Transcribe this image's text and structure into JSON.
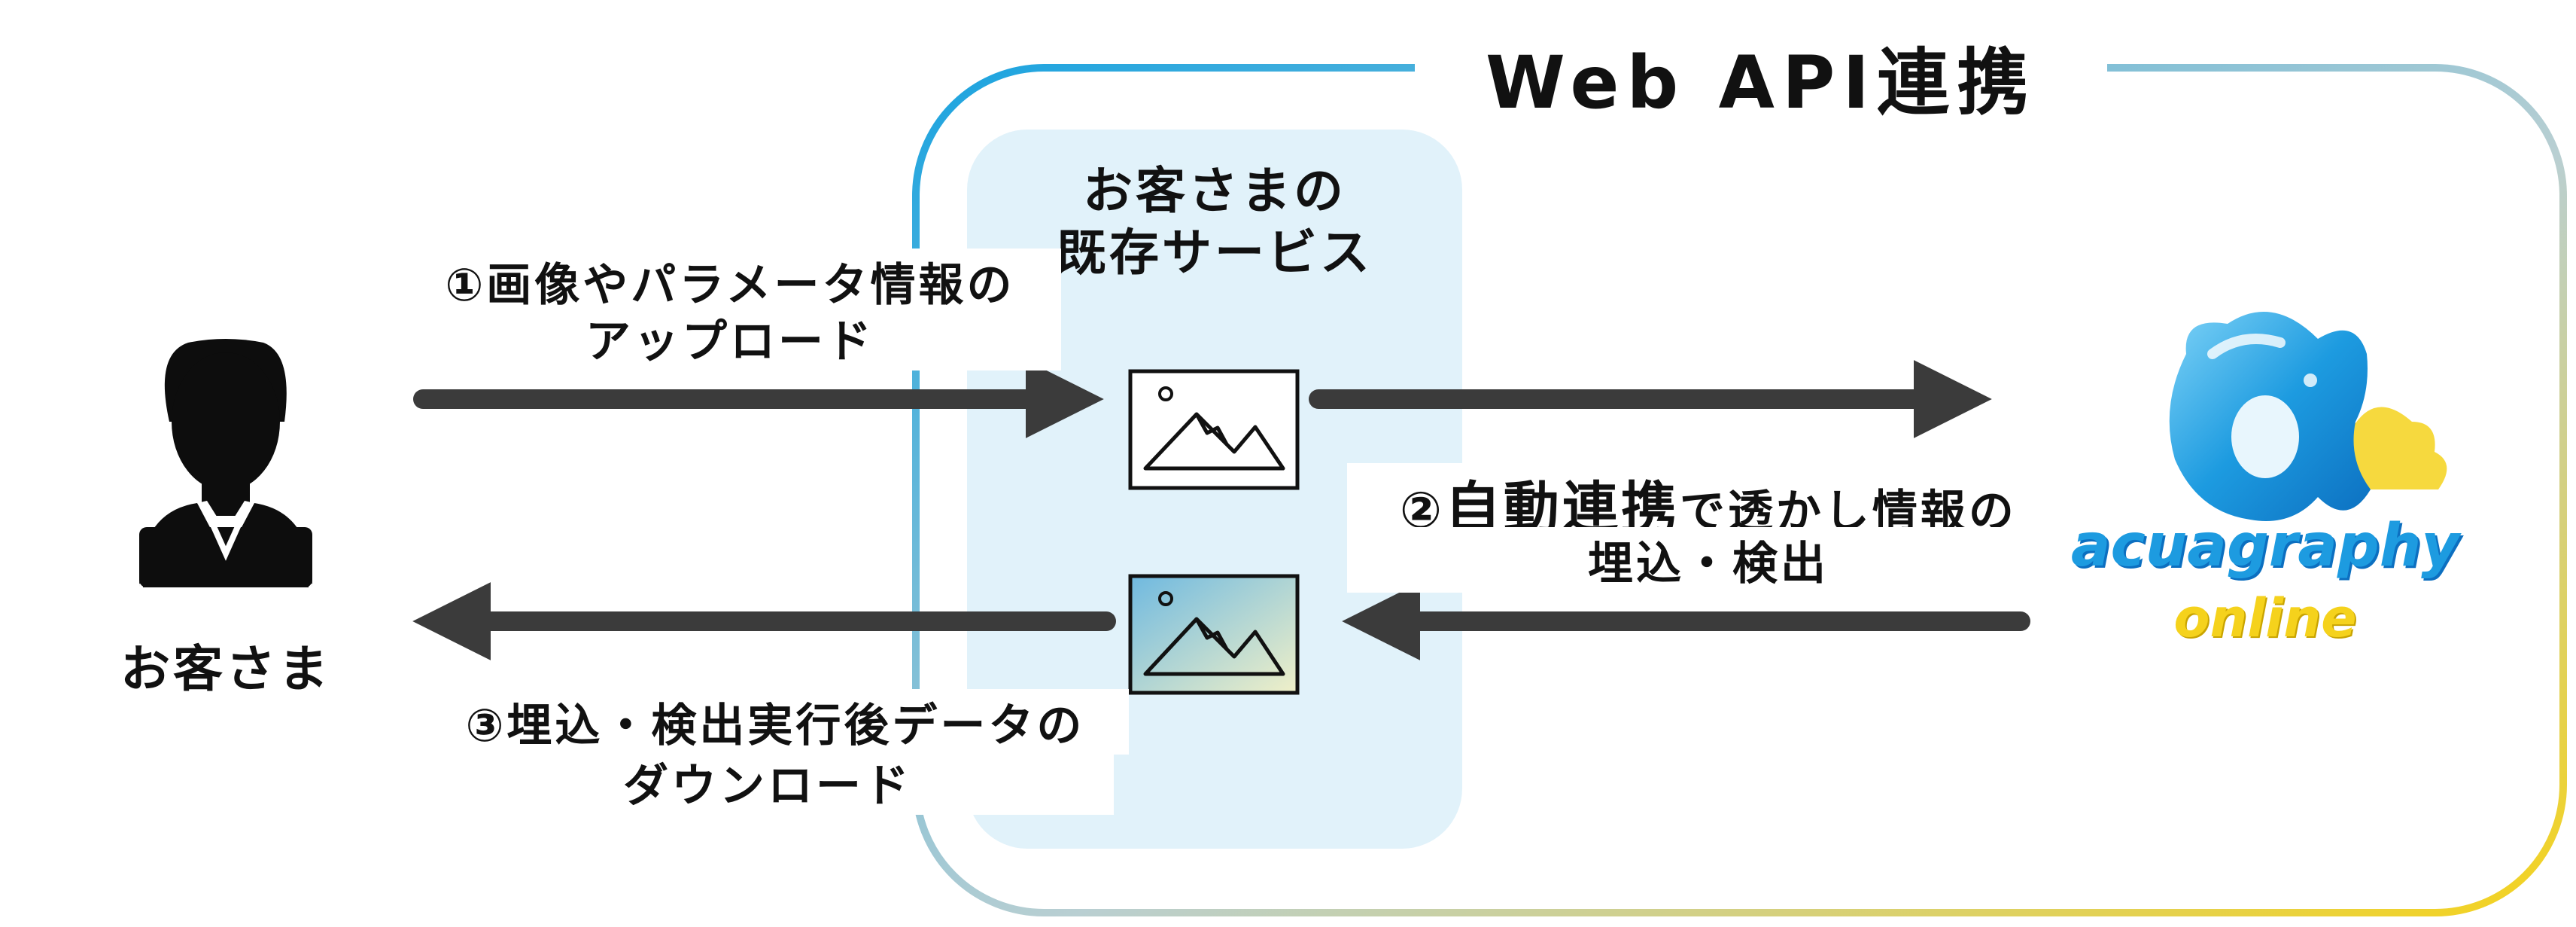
{
  "title": "Web API連携",
  "customer": {
    "label": "お客さま"
  },
  "service": {
    "label_line1": "お客さまの",
    "label_line2": "既存サービス"
  },
  "steps": [
    {
      "line1": "①画像やパラメータ情報の",
      "line2": "アップロード"
    },
    {
      "prefix": "②",
      "emphasis": "自動連携",
      "rest": "で透かし情報の",
      "line2": "埋込・検出"
    },
    {
      "line1": "③埋込・検出実行後データの",
      "line2": "ダウンロード"
    }
  ],
  "logo": {
    "word1": "acuagraphy",
    "word2": "online"
  },
  "colors": {
    "frame_start": "#1aa3e0",
    "frame_end": "#f5d21c",
    "service_bg": "#e1f2fa",
    "arrow": "#3b3b3b",
    "logo_blue": "#1d9be0",
    "logo_yellow": "#f5d21c"
  }
}
